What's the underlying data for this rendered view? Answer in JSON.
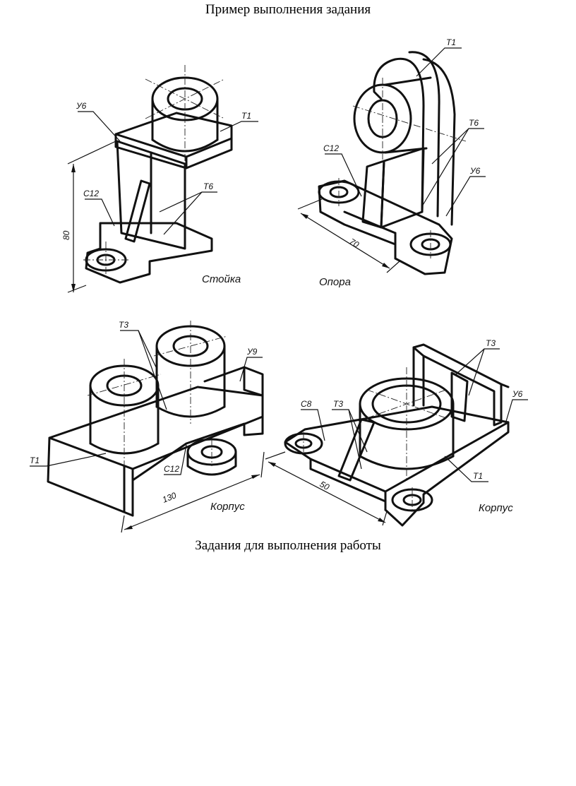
{
  "page": {
    "title": "Пример выполнения задания",
    "subtitle": "Задания для выполнения работы"
  },
  "drawings": [
    {
      "caption": "Стойка",
      "labels": {
        "top_right": "Т1",
        "top_left": "У6",
        "weld_left": "С12",
        "weld_right": "Т6",
        "dim_height": "80"
      }
    },
    {
      "caption": "Опора",
      "labels": {
        "top": "Т1",
        "weld_left": "С12",
        "weld_right": "Т6",
        "weld_right2": "У6",
        "dim_width": "70"
      }
    },
    {
      "caption": "Корпус",
      "labels": {
        "top": "Т3",
        "right": "У9",
        "left": "Т1",
        "bottom": "С12",
        "dim_width": "130"
      }
    },
    {
      "caption": "Корпус",
      "labels": {
        "top_right": "Т3",
        "right": "У6",
        "left": "С8",
        "mid": "Т3",
        "bottom_right": "Т1",
        "dim_width": "50"
      }
    }
  ]
}
